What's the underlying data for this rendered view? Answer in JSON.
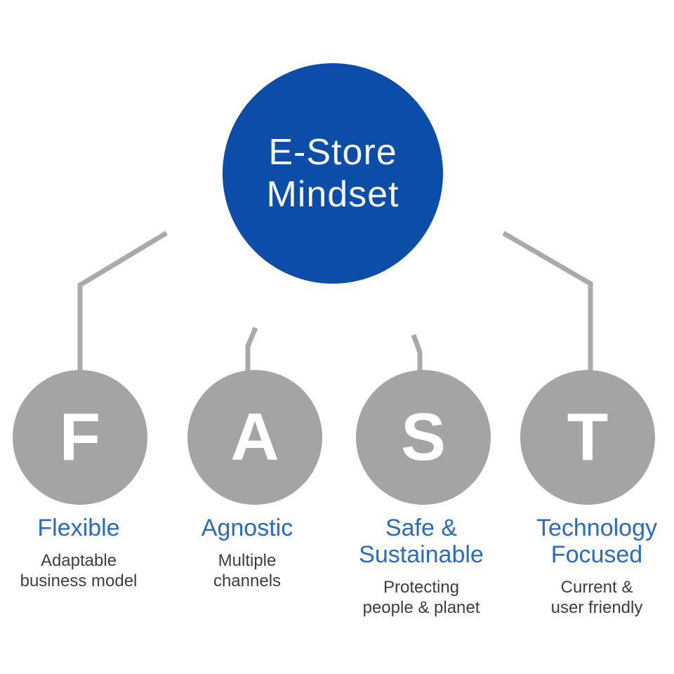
{
  "colors": {
    "center_circle_blue": "#0b4da8",
    "node_circle_gray": "#a4a4a4",
    "connector_gray": "#a9a9a9",
    "heading_blue": "#2a6ac4",
    "description_dark": "#3d3d3d",
    "letter_white": "#ffffff"
  },
  "center": {
    "title_line1": "E-Store",
    "title_line2": "Mindset"
  },
  "nodes": [
    {
      "letter": "F",
      "heading_line1": "Flexible",
      "heading_line2": "",
      "desc_line1": "Adaptable",
      "desc_line2": "business model"
    },
    {
      "letter": "A",
      "heading_line1": "Agnostic",
      "heading_line2": "",
      "desc_line1": "Multiple",
      "desc_line2": "channels"
    },
    {
      "letter": "S",
      "heading_line1": "Safe &",
      "heading_line2": "Sustainable",
      "desc_line1": "Protecting",
      "desc_line2": "people & planet"
    },
    {
      "letter": "T",
      "heading_line1": "Technology",
      "heading_line2": "Focused",
      "desc_line1": "Current &",
      "desc_line2": "user friendly"
    }
  ]
}
